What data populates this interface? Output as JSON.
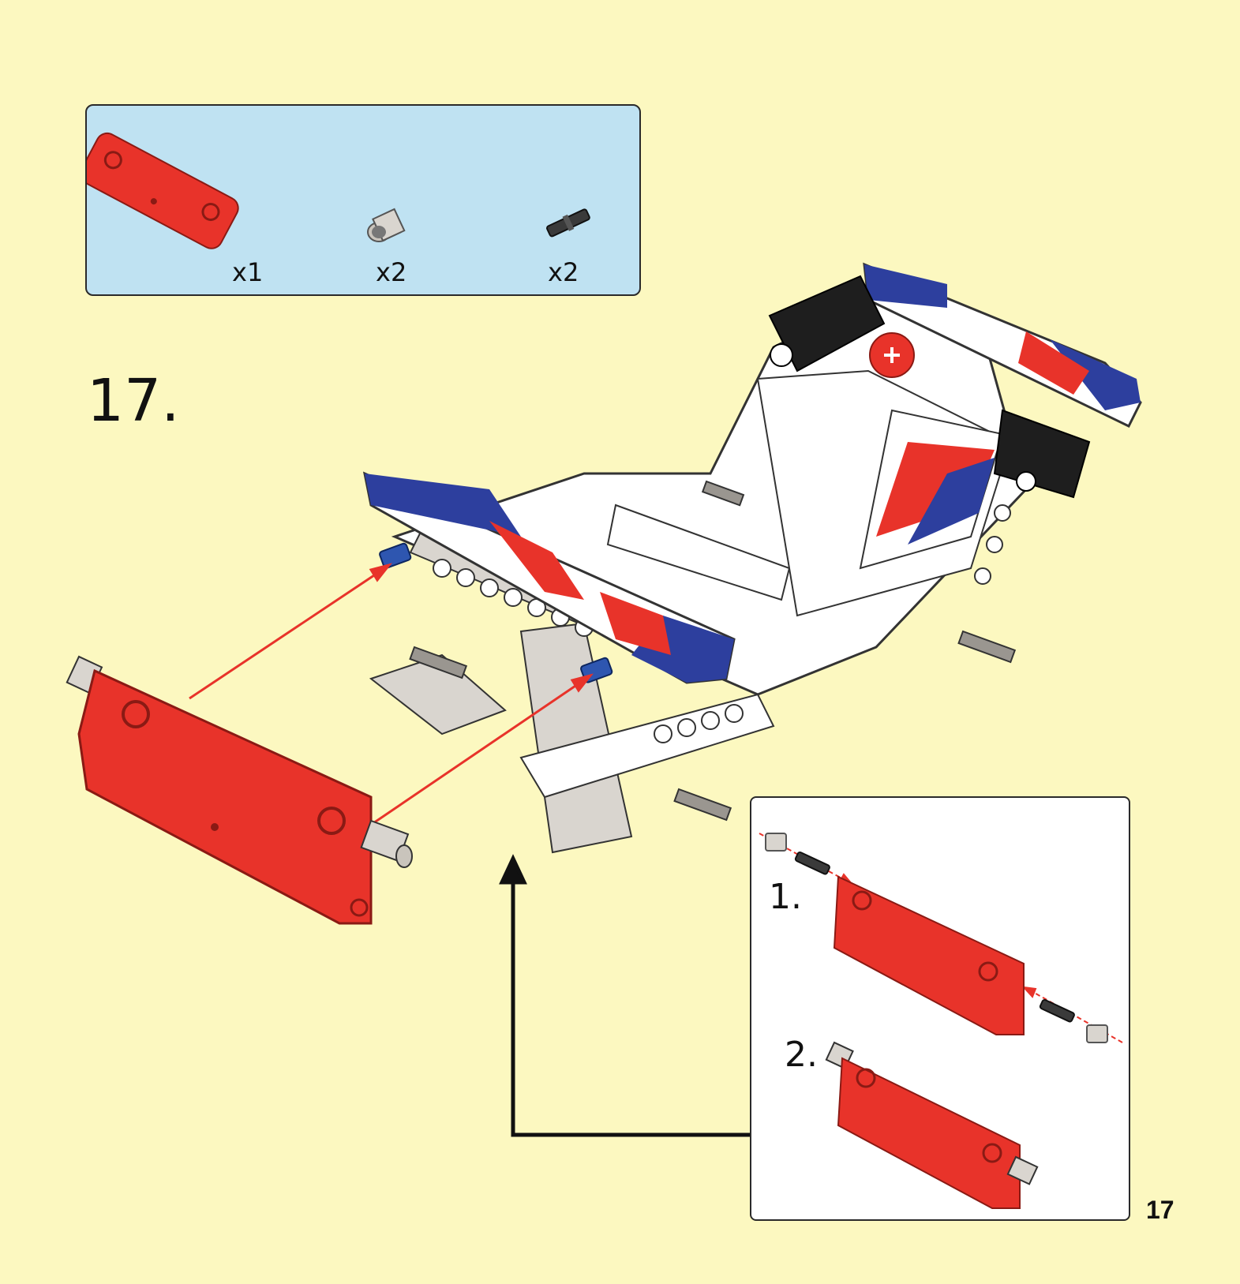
{
  "parts_list": {
    "items": [
      {
        "name": "red-panel-icon",
        "qty": "x1"
      },
      {
        "name": "bush-icon",
        "qty": "x2"
      },
      {
        "name": "pin-icon",
        "qty": "x2"
      }
    ]
  },
  "step": {
    "number": "17."
  },
  "substeps": {
    "step1": "1.",
    "step2": "2."
  },
  "page_number": "17",
  "colors": {
    "background": "#fcf8c0",
    "parts_box": "#bfe2f2",
    "red_part": "#e8332a",
    "blue_pin": "#2e56b0",
    "arrow_red": "#e8332a",
    "frame_gray": "#d9d5cf",
    "decal_blue": "#2d3f9e"
  }
}
